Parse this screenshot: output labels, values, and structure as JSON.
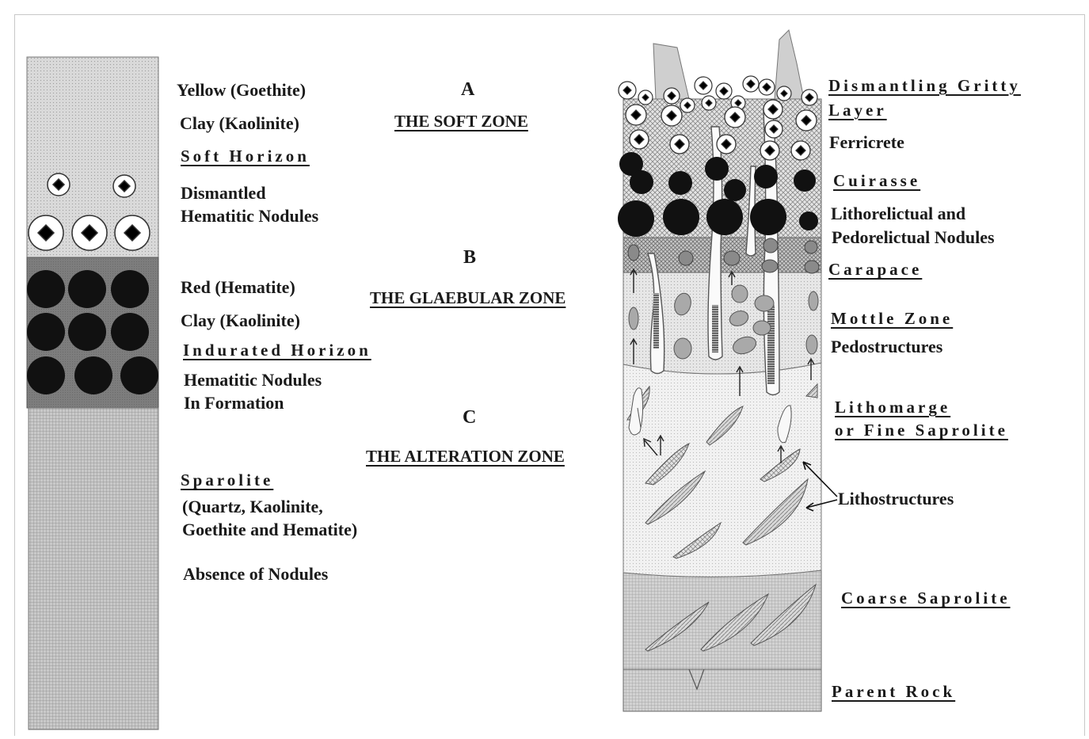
{
  "left_profile": {
    "soft": {
      "line1": "Yellow (Goethite)",
      "line2": "Clay  (Kaolinite)",
      "horizon": "Soft Horizon",
      "nodules_l1": "Dismantled",
      "nodules_l2": "Hematitic Nodules"
    },
    "indurated": {
      "line1": "Red (Hematite)",
      "line2": "Clay (Kaolinite)",
      "horizon": "Indurated Horizon",
      "nodules_l1": "Hematitic Nodules",
      "nodules_l2": "In   Formation"
    },
    "saprolite": {
      "horizon": "Sparolite",
      "comp_l1": "(Quartz, Kaolinite,",
      "comp_l2": "Goethite and Hematite)",
      "note": "Absence of Nodules"
    }
  },
  "zones": {
    "a_letter": "A",
    "a_name": "THE SOFT ZONE",
    "b_letter": "B",
    "b_name": "THE GLAEBULAR ZONE",
    "c_letter": "C",
    "c_name": "THE ALTERATION ZONE"
  },
  "right_profile": {
    "gritty_l1": "Dismantling Gritty",
    "gritty_l2": "Layer",
    "ferricrete": "Ferricrete",
    "cuirasse": "Cuirasse",
    "nodules_l1": "Lithorelictual and",
    "nodules_l2": "Pedorelictual Nodules",
    "carapace": "Carapace",
    "mottle": "Mottle Zone",
    "pedostructures": "Pedostructures",
    "lithomarge_l1": "Lithomarge",
    "lithomarge_l2": "or Fine Saprolite",
    "lithostructures": "Lithostructures",
    "coarse": "Coarse Saprolite",
    "parent": "Parent Rock"
  }
}
